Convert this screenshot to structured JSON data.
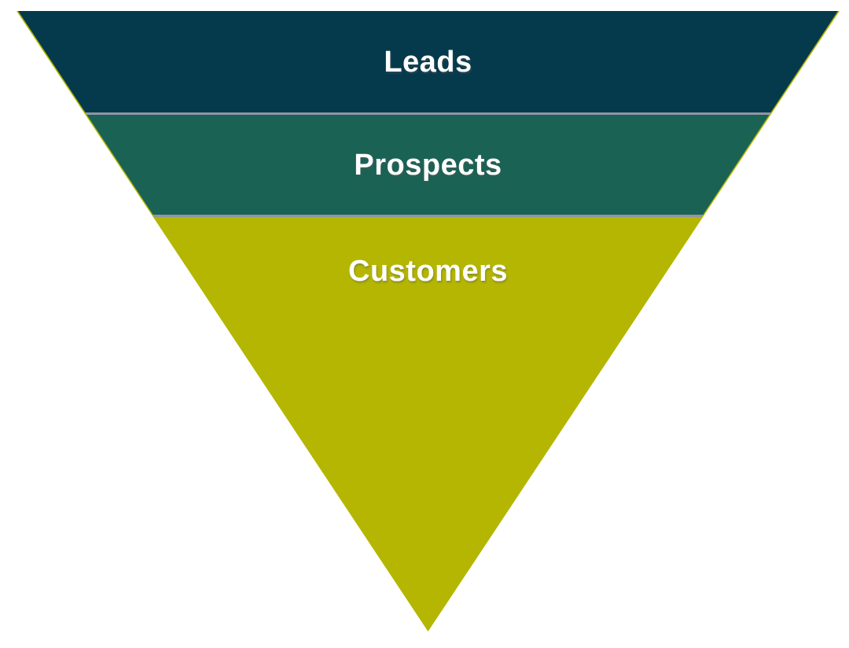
{
  "diagram": {
    "type": "inverted-pyramid-funnel",
    "levels": [
      {
        "label": "Leads",
        "color": "#053a4c"
      },
      {
        "label": "Prospects",
        "color": "#1a6254"
      },
      {
        "label": "Customers",
        "color": "#b4b601"
      }
    ],
    "separator_color": "#8f95a6",
    "edge_color": "#b4b601",
    "text_color": "#ffffff",
    "background_color": "#ffffff"
  }
}
